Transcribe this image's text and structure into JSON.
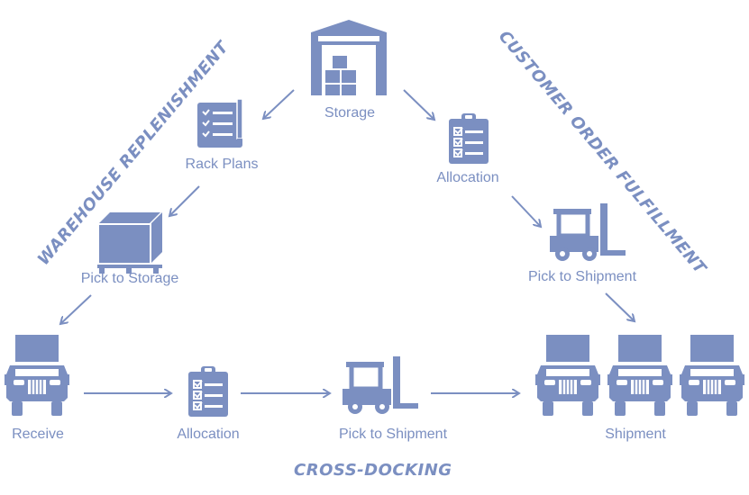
{
  "colors": {
    "primary": "#7b8fc1",
    "background": "#ffffff"
  },
  "sections": {
    "left": "WAREHOUSE REPLENISHMENT",
    "right": "CUSTOMER ORDER FULFILLMENT",
    "bottom": "CROSS-DOCKING"
  },
  "nodes": {
    "storage": {
      "label": "Storage",
      "icon": "warehouse-icon"
    },
    "rack_plans": {
      "label": "Rack Plans",
      "icon": "checklist-icon"
    },
    "pick_to_storage": {
      "label": "Pick to Storage",
      "icon": "pallet-box-icon"
    },
    "allocation_top": {
      "label": "Allocation",
      "icon": "clipboard-icon"
    },
    "pick_to_shipment_top": {
      "label": "Pick to Shipment",
      "icon": "forklift-icon"
    },
    "receive": {
      "label": "Receive",
      "icon": "truck-icon"
    },
    "allocation_bottom": {
      "label": "Allocation",
      "icon": "clipboard-icon"
    },
    "pick_to_shipment_bottom": {
      "label": "Pick to Shipment",
      "icon": "forklift-icon"
    },
    "shipment": {
      "label": "Shipment",
      "icon": "truck-icon"
    }
  }
}
